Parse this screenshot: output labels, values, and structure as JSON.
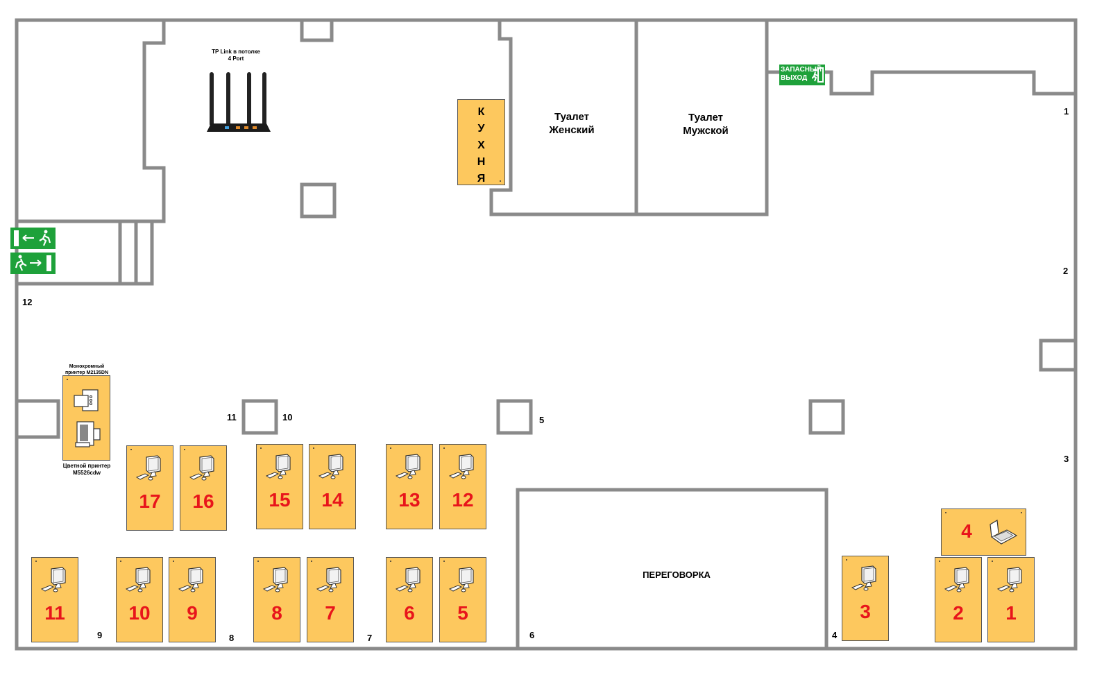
{
  "router": {
    "caption": "TP Link в потолке\n4 Port",
    "icon": "router-icon"
  },
  "rooms": {
    "kitchen": "К\nУ\nХ\nН\nЯ",
    "toilet_female": "Туалет\nЖенский",
    "toilet_male": "Туалет\nМужской",
    "meeting": "ПЕРЕГОВОРКА"
  },
  "exit_sign": {
    "text": "ЗАПАСНЫЙ\nВЫХОД",
    "color": "#1ea13a"
  },
  "printers": {
    "mono": "Монохромный\nпринтер M2135DN",
    "color": "Цветной принтер\nM5526cdw"
  },
  "wall_numbers": [
    "1",
    "2",
    "3",
    "4",
    "5",
    "6",
    "7",
    "8",
    "9",
    "10",
    "11",
    "12"
  ],
  "desks": [
    {
      "id": "17",
      "icon": "computer-icon"
    },
    {
      "id": "16",
      "icon": "computer-icon"
    },
    {
      "id": "15",
      "icon": "computer-icon"
    },
    {
      "id": "14",
      "icon": "computer-icon"
    },
    {
      "id": "13",
      "icon": "computer-icon"
    },
    {
      "id": "12",
      "icon": "computer-icon"
    },
    {
      "id": "11",
      "icon": "computer-icon"
    },
    {
      "id": "10",
      "icon": "computer-icon"
    },
    {
      "id": "9",
      "icon": "computer-icon"
    },
    {
      "id": "8",
      "icon": "computer-icon"
    },
    {
      "id": "7",
      "icon": "computer-icon"
    },
    {
      "id": "6",
      "icon": "computer-icon"
    },
    {
      "id": "5",
      "icon": "computer-icon"
    },
    {
      "id": "4",
      "icon": "laptop-icon"
    },
    {
      "id": "3",
      "icon": "computer-icon"
    },
    {
      "id": "2",
      "icon": "computer-icon"
    },
    {
      "id": "1",
      "icon": "computer-icon"
    }
  ],
  "colors": {
    "desk": "#fdc85e",
    "desk_number": "#e8151b",
    "wall": "#8a8a8a",
    "sign": "#1ea13a"
  }
}
